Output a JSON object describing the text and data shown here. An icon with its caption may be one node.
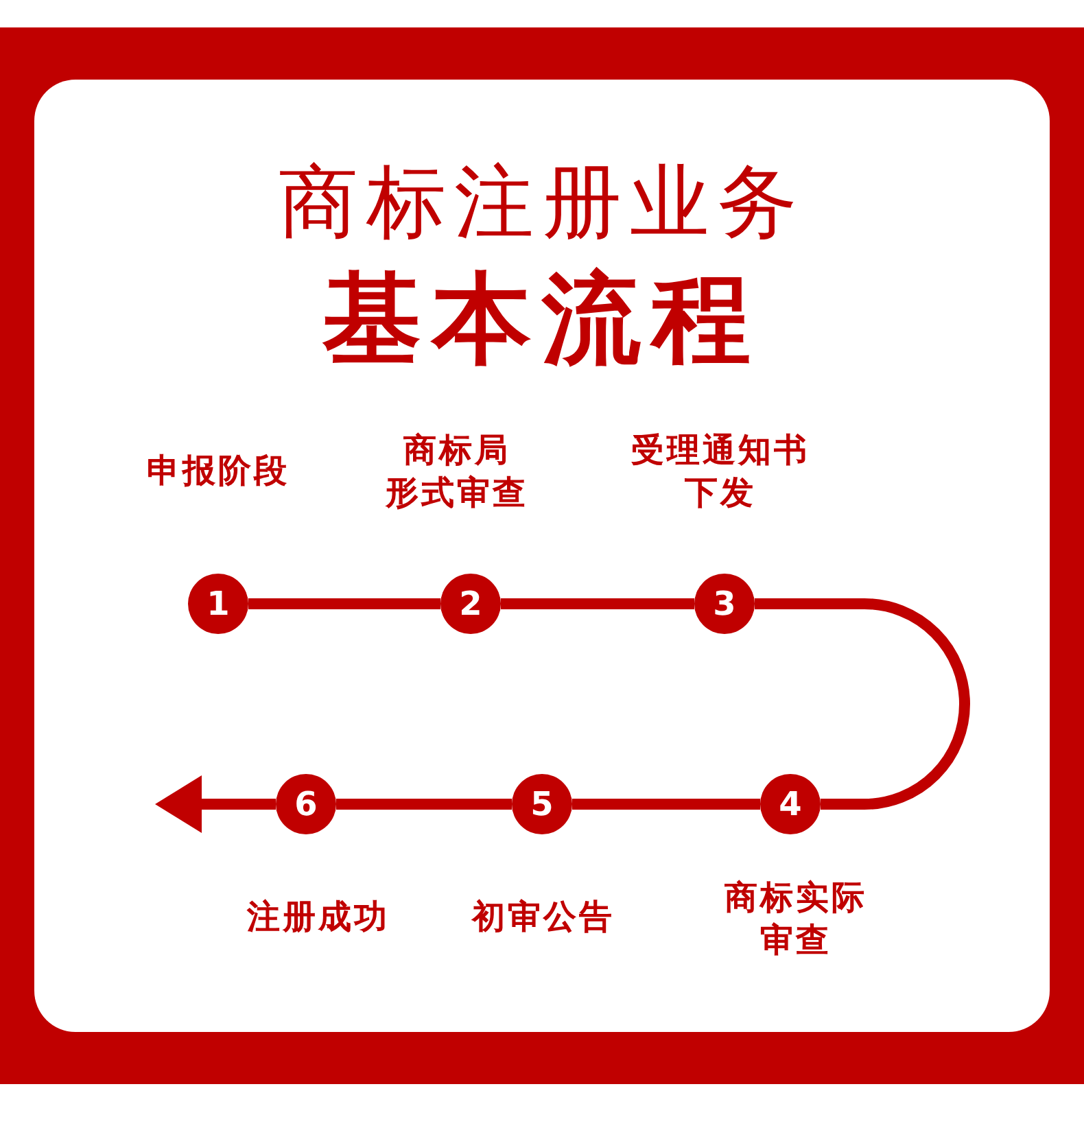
{
  "diagram": {
    "title": "商标注册业务",
    "nodes": [
      {
        "text": [
          "1"
        ],
        "beside": [
          "申报阶段"
        ]
      },
      {
        "text": [
          "2"
        ],
        "beside": [
          "商标局形式审查"
        ]
      },
      {
        "text": [
          "3"
        ],
        "beside": [
          "受理通知书下发"
        ]
      },
      {
        "text": [
          "4"
        ],
        "beside": [
          "商标实际审查"
        ]
      },
      {
        "text": [
          "5"
        ],
        "beside": [
          "初审公告"
        ]
      },
      {
        "text": [
          "6"
        ],
        "beside": [
          "注册成功"
        ]
      }
    ],
    "edges": [
      {
        "from": 0,
        "to": 1,
        "arrow": "none"
      },
      {
        "from": 1,
        "to": 2,
        "arrow": "none"
      },
      {
        "from": 2,
        "to": 3,
        "arrow": "none"
      },
      {
        "from": 3,
        "to": 4,
        "arrow": "none"
      },
      {
        "from": 4,
        "to": 5,
        "arrow": "none"
      },
      {
        "from": 5,
        "to": null,
        "arrow": "to"
      }
    ],
    "labels": [
      "基本流程"
    ]
  }
}
